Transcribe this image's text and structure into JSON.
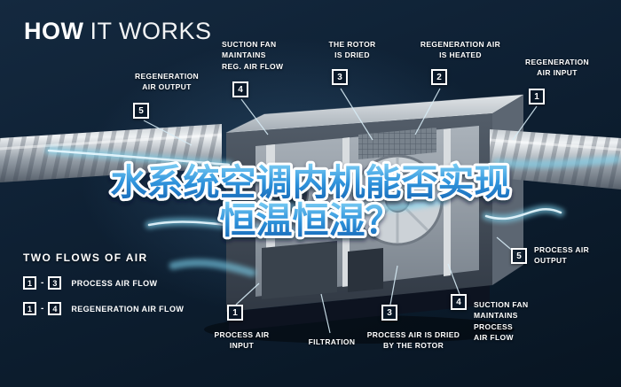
{
  "title": {
    "bold": "HOW",
    "light": "IT WORKS"
  },
  "overlay_title": {
    "line1": "水系统空调内机能否实现",
    "line2": "恒温恒湿？"
  },
  "legend": {
    "heading": "TWO FLOWS OF AIR",
    "rows": [
      {
        "from": "1",
        "separator": "-",
        "to": "3",
        "label": "PROCESS AIR FLOW"
      },
      {
        "from": "1",
        "separator": "-",
        "to": "4",
        "label": "REGENERATION AIR FLOW"
      }
    ]
  },
  "callouts": {
    "top": [
      {
        "num": "5",
        "label": "REGENERATION\nAIR OUTPUT"
      },
      {
        "num": "4",
        "label": "SUCTION FAN\nMAINTAINS\nREG. AIR FLOW"
      },
      {
        "num": "3",
        "label": "THE ROTOR\nIS DRIED"
      },
      {
        "num": "2",
        "label": "REGENERATION AIR\nIS HEATED"
      },
      {
        "num": "1",
        "label": "REGENERATION\nAIR INPUT"
      }
    ],
    "bottom": [
      {
        "num": "1",
        "label": "PROCESS AIR\nINPUT"
      },
      {
        "num": "",
        "label": "FILTRATION"
      },
      {
        "num": "3",
        "label": "PROCESS AIR IS DRIED\nBY THE ROTOR"
      },
      {
        "num": "4",
        "label": "SUCTION FAN\nMAINTAINS PROCESS\nAIR FLOW"
      },
      {
        "num": "5",
        "label": "PROCESS AIR\nOUTPUT"
      }
    ]
  },
  "colors": {
    "background": "#0e2033",
    "accent_cyan": "#7fd6f2",
    "overlay_blue_top": "#7fd0f5",
    "overlay_blue_bottom": "#1565b4",
    "label_text": "#ffffff"
  }
}
